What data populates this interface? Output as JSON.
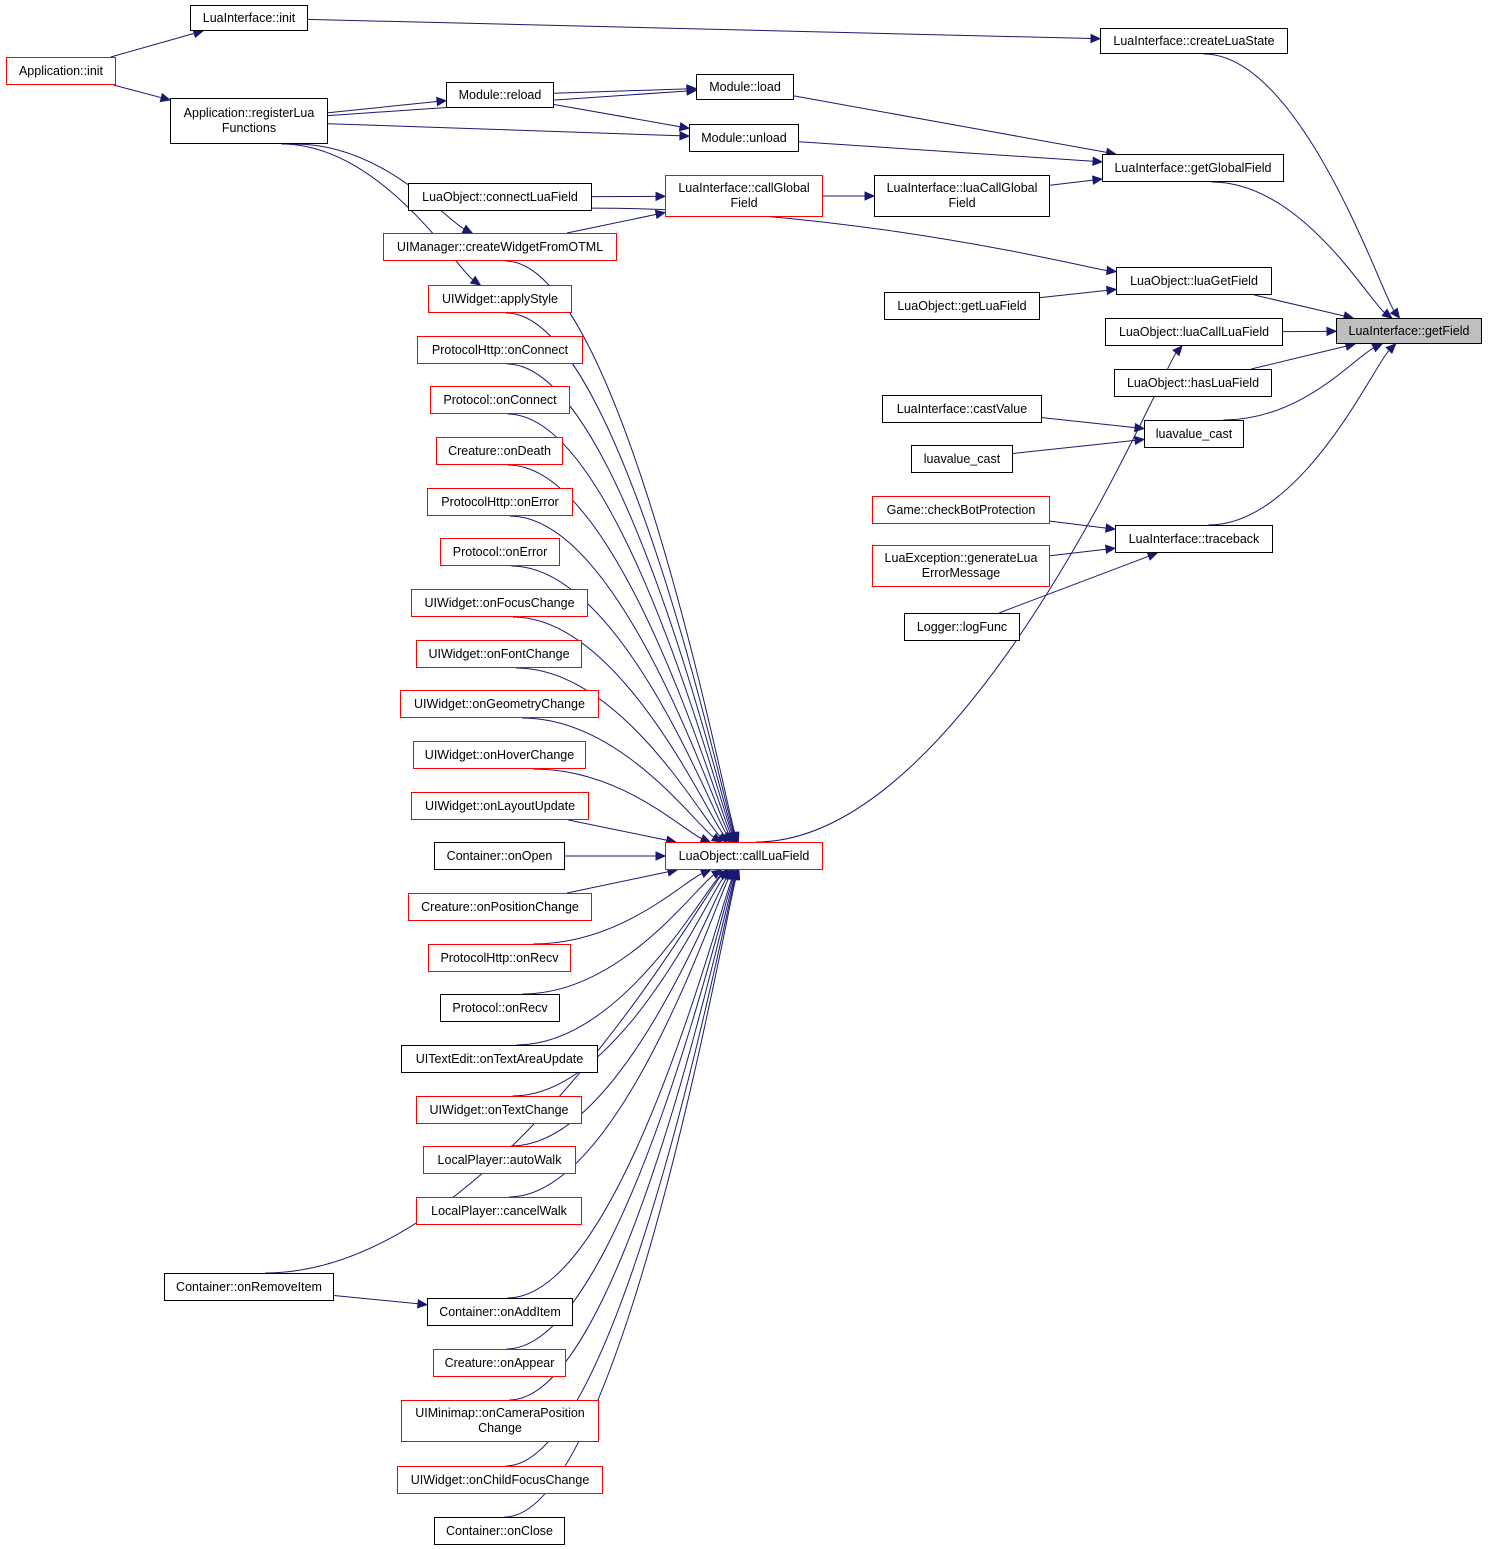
{
  "colors": {
    "edge": "#191970",
    "node_border_default": "#000000",
    "node_border_truncated": "#ff0000",
    "focus_node_fill": "#bfbfbf",
    "background": "#ffffff"
  },
  "nodes": {
    "getField": {
      "label": "LuaInterface::getField",
      "focus": true
    },
    "createLuaState": {
      "label": "LuaInterface::createLuaState"
    },
    "luaInit": {
      "label": "LuaInterface::init"
    },
    "appInit": {
      "label": "Application::init",
      "truncated": true
    },
    "registerLua": {
      "label": "Application::registerLua\nFunctions"
    },
    "moduleLoad": {
      "label": "Module::load"
    },
    "moduleReload": {
      "label": "Module::reload"
    },
    "moduleUnload": {
      "label": "Module::unload"
    },
    "getGlobalField": {
      "label": "LuaInterface::getGlobalField"
    },
    "callGlobalField": {
      "label": "LuaInterface::callGlobal\nField",
      "truncated": true
    },
    "luaCallGlobalField": {
      "label": "LuaInterface::luaCallGlobal\nField"
    },
    "connectLuaField": {
      "label": "LuaObject::connectLuaField"
    },
    "createWidgetFromOTML": {
      "label": "UIManager::createWidgetFromOTML",
      "truncated": true
    },
    "applyStyle": {
      "label": "UIWidget::applyStyle",
      "truncated": true
    },
    "luaGetField": {
      "label": "LuaObject::luaGetField"
    },
    "getLuaField": {
      "label": "LuaObject::getLuaField"
    },
    "luaCallLuaField": {
      "label": "LuaObject::luaCallLuaField"
    },
    "hasLuaField": {
      "label": "LuaObject::hasLuaField"
    },
    "castValue": {
      "label": "LuaInterface::castValue"
    },
    "luavalueCast": {
      "label": "luavalue_cast"
    },
    "luavalueCast2": {
      "label": "luavalue_cast"
    },
    "checkBotProtection": {
      "label": "Game::checkBotProtection",
      "truncated": true
    },
    "traceback": {
      "label": "LuaInterface::traceback"
    },
    "generateLuaErrorMessage": {
      "label": "LuaException::generateLua\nErrorMessage",
      "truncated": true
    },
    "logFunc": {
      "label": "Logger::logFunc"
    },
    "callLuaField": {
      "label": "LuaObject::callLuaField",
      "truncated": true
    },
    "httpOnConnect": {
      "label": "ProtocolHttp::onConnect",
      "truncated": true
    },
    "protocolOnConnect": {
      "label": "Protocol::onConnect",
      "truncated": true
    },
    "creatureOnDeath": {
      "label": "Creature::onDeath",
      "truncated": true
    },
    "httpOnError": {
      "label": "ProtocolHttp::onError",
      "truncated": true
    },
    "protocolOnError": {
      "label": "Protocol::onError",
      "truncated": true
    },
    "onFocusChange": {
      "label": "UIWidget::onFocusChange",
      "truncated": true
    },
    "onFontChange": {
      "label": "UIWidget::onFontChange",
      "truncated": true
    },
    "onGeometryChange": {
      "label": "UIWidget::onGeometryChange",
      "truncated": true
    },
    "onHoverChange": {
      "label": "UIWidget::onHoverChange",
      "truncated": true
    },
    "onLayoutUpdate": {
      "label": "UIWidget::onLayoutUpdate",
      "truncated": true
    },
    "containerOnOpen": {
      "label": "Container::onOpen"
    },
    "onPositionChange": {
      "label": "Creature::onPositionChange",
      "truncated": true
    },
    "httpOnRecv": {
      "label": "ProtocolHttp::onRecv",
      "truncated": true
    },
    "protocolOnRecv": {
      "label": "Protocol::onRecv"
    },
    "onTextAreaUpdate": {
      "label": "UITextEdit::onTextAreaUpdate"
    },
    "onTextChange": {
      "label": "UIWidget::onTextChange",
      "truncated": true
    },
    "autoWalk": {
      "label": "LocalPlayer::autoWalk",
      "truncated": true
    },
    "cancelWalk": {
      "label": "LocalPlayer::cancelWalk",
      "truncated": true
    },
    "onRemoveItem": {
      "label": "Container::onRemoveItem"
    },
    "onAddItem": {
      "label": "Container::onAddItem"
    },
    "onAppear": {
      "label": "Creature::onAppear",
      "truncated": true
    },
    "onCameraPositionChange": {
      "label": "UIMinimap::onCameraPosition\nChange",
      "truncated": true
    },
    "onChildFocusChange": {
      "label": "UIWidget::onChildFocusChange",
      "truncated": true
    },
    "containerOnClose": {
      "label": "Container::onClose"
    }
  },
  "edges": [
    [
      "createLuaState",
      "getField"
    ],
    [
      "getGlobalField",
      "getField"
    ],
    [
      "luaGetField",
      "getField"
    ],
    [
      "luaCallLuaField",
      "getField"
    ],
    [
      "hasLuaField",
      "getField"
    ],
    [
      "luavalueCast",
      "getField"
    ],
    [
      "traceback",
      "getField"
    ],
    [
      "luaInit",
      "createLuaState"
    ],
    [
      "appInit",
      "luaInit"
    ],
    [
      "appInit",
      "registerLua"
    ],
    [
      "registerLua",
      "moduleLoad"
    ],
    [
      "registerLua",
      "moduleReload"
    ],
    [
      "registerLua",
      "moduleUnload"
    ],
    [
      "moduleReload",
      "moduleLoad"
    ],
    [
      "moduleReload",
      "moduleUnload"
    ],
    [
      "moduleLoad",
      "getGlobalField"
    ],
    [
      "moduleUnload",
      "getGlobalField"
    ],
    [
      "luaCallGlobalField",
      "getGlobalField"
    ],
    [
      "callGlobalField",
      "luaCallGlobalField"
    ],
    [
      "connectLuaField",
      "callGlobalField"
    ],
    [
      "createWidgetFromOTML",
      "callGlobalField"
    ],
    [
      "registerLua",
      "createWidgetFromOTML"
    ],
    [
      "registerLua",
      "applyStyle"
    ],
    [
      "connectLuaField",
      "luaGetField"
    ],
    [
      "getLuaField",
      "luaGetField"
    ],
    [
      "callLuaField",
      "luaCallLuaField"
    ],
    [
      "castValue",
      "luavalueCast"
    ],
    [
      "luavalueCast2",
      "luavalueCast"
    ],
    [
      "checkBotProtection",
      "traceback"
    ],
    [
      "generateLuaErrorMessage",
      "traceback"
    ],
    [
      "logFunc",
      "traceback"
    ],
    [
      "createWidgetFromOTML",
      "callLuaField"
    ],
    [
      "applyStyle",
      "callLuaField"
    ],
    [
      "httpOnConnect",
      "callLuaField"
    ],
    [
      "protocolOnConnect",
      "callLuaField"
    ],
    [
      "creatureOnDeath",
      "callLuaField"
    ],
    [
      "httpOnError",
      "callLuaField"
    ],
    [
      "protocolOnError",
      "callLuaField"
    ],
    [
      "onFocusChange",
      "callLuaField"
    ],
    [
      "onFontChange",
      "callLuaField"
    ],
    [
      "onGeometryChange",
      "callLuaField"
    ],
    [
      "onHoverChange",
      "callLuaField"
    ],
    [
      "onLayoutUpdate",
      "callLuaField"
    ],
    [
      "containerOnOpen",
      "callLuaField"
    ],
    [
      "onPositionChange",
      "callLuaField"
    ],
    [
      "httpOnRecv",
      "callLuaField"
    ],
    [
      "protocolOnRecv",
      "callLuaField"
    ],
    [
      "onTextAreaUpdate",
      "callLuaField"
    ],
    [
      "onTextChange",
      "callLuaField"
    ],
    [
      "autoWalk",
      "callLuaField"
    ],
    [
      "cancelWalk",
      "callLuaField"
    ],
    [
      "onRemoveItem",
      "callLuaField"
    ],
    [
      "onRemoveItem",
      "onAddItem"
    ],
    [
      "onAddItem",
      "callLuaField"
    ],
    [
      "onAppear",
      "callLuaField"
    ],
    [
      "onCameraPositionChange",
      "callLuaField"
    ],
    [
      "onChildFocusChange",
      "callLuaField"
    ],
    [
      "containerOnClose",
      "callLuaField"
    ]
  ]
}
